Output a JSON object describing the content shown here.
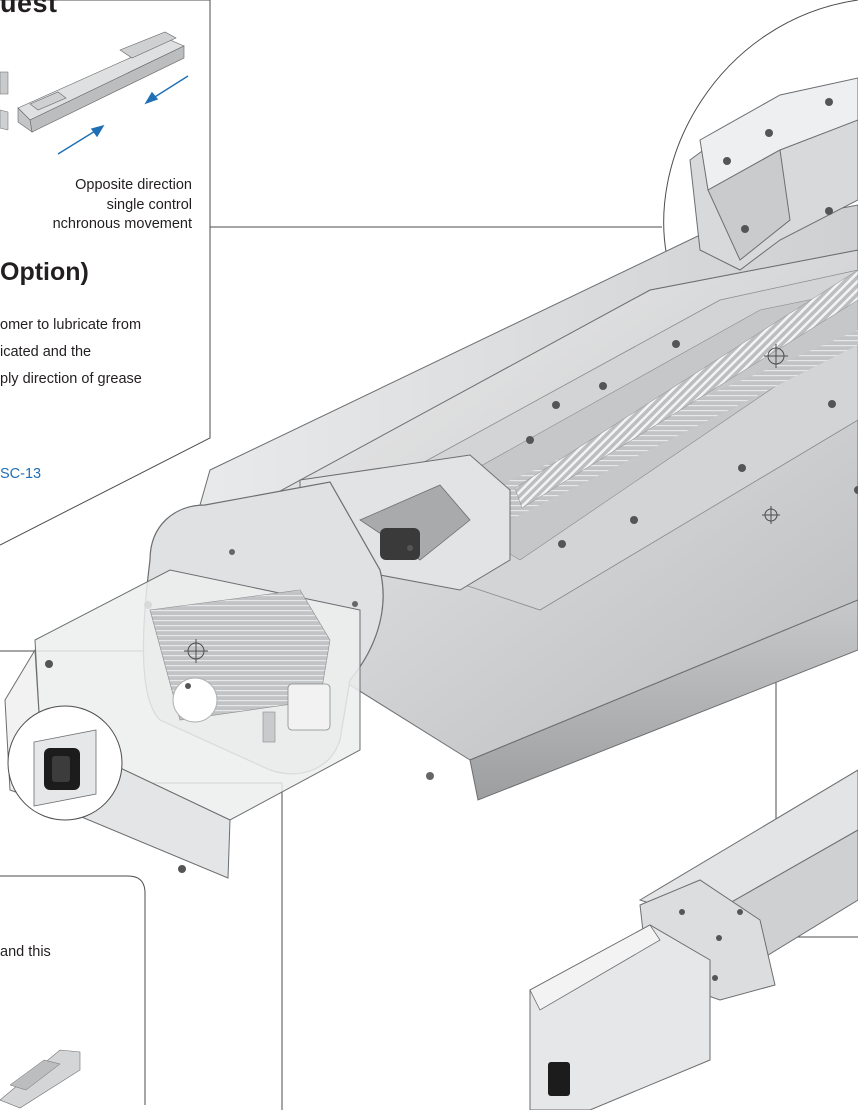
{
  "top_panel": {
    "heading": "uest",
    "caption_lines": [
      "Opposite direction",
      "single control",
      "nchronous movement"
    ]
  },
  "option_panel": {
    "heading": "Option)",
    "body_lines": [
      "omer to lubricate from",
      "icated and the",
      "ply direction of grease"
    ],
    "reference": "SC-13"
  },
  "bottom_panel": {
    "text": "and this"
  },
  "colors": {
    "accent_blue": "#1f6fb5",
    "outline_gray": "#555555",
    "aluminum": "#d9dadb"
  }
}
